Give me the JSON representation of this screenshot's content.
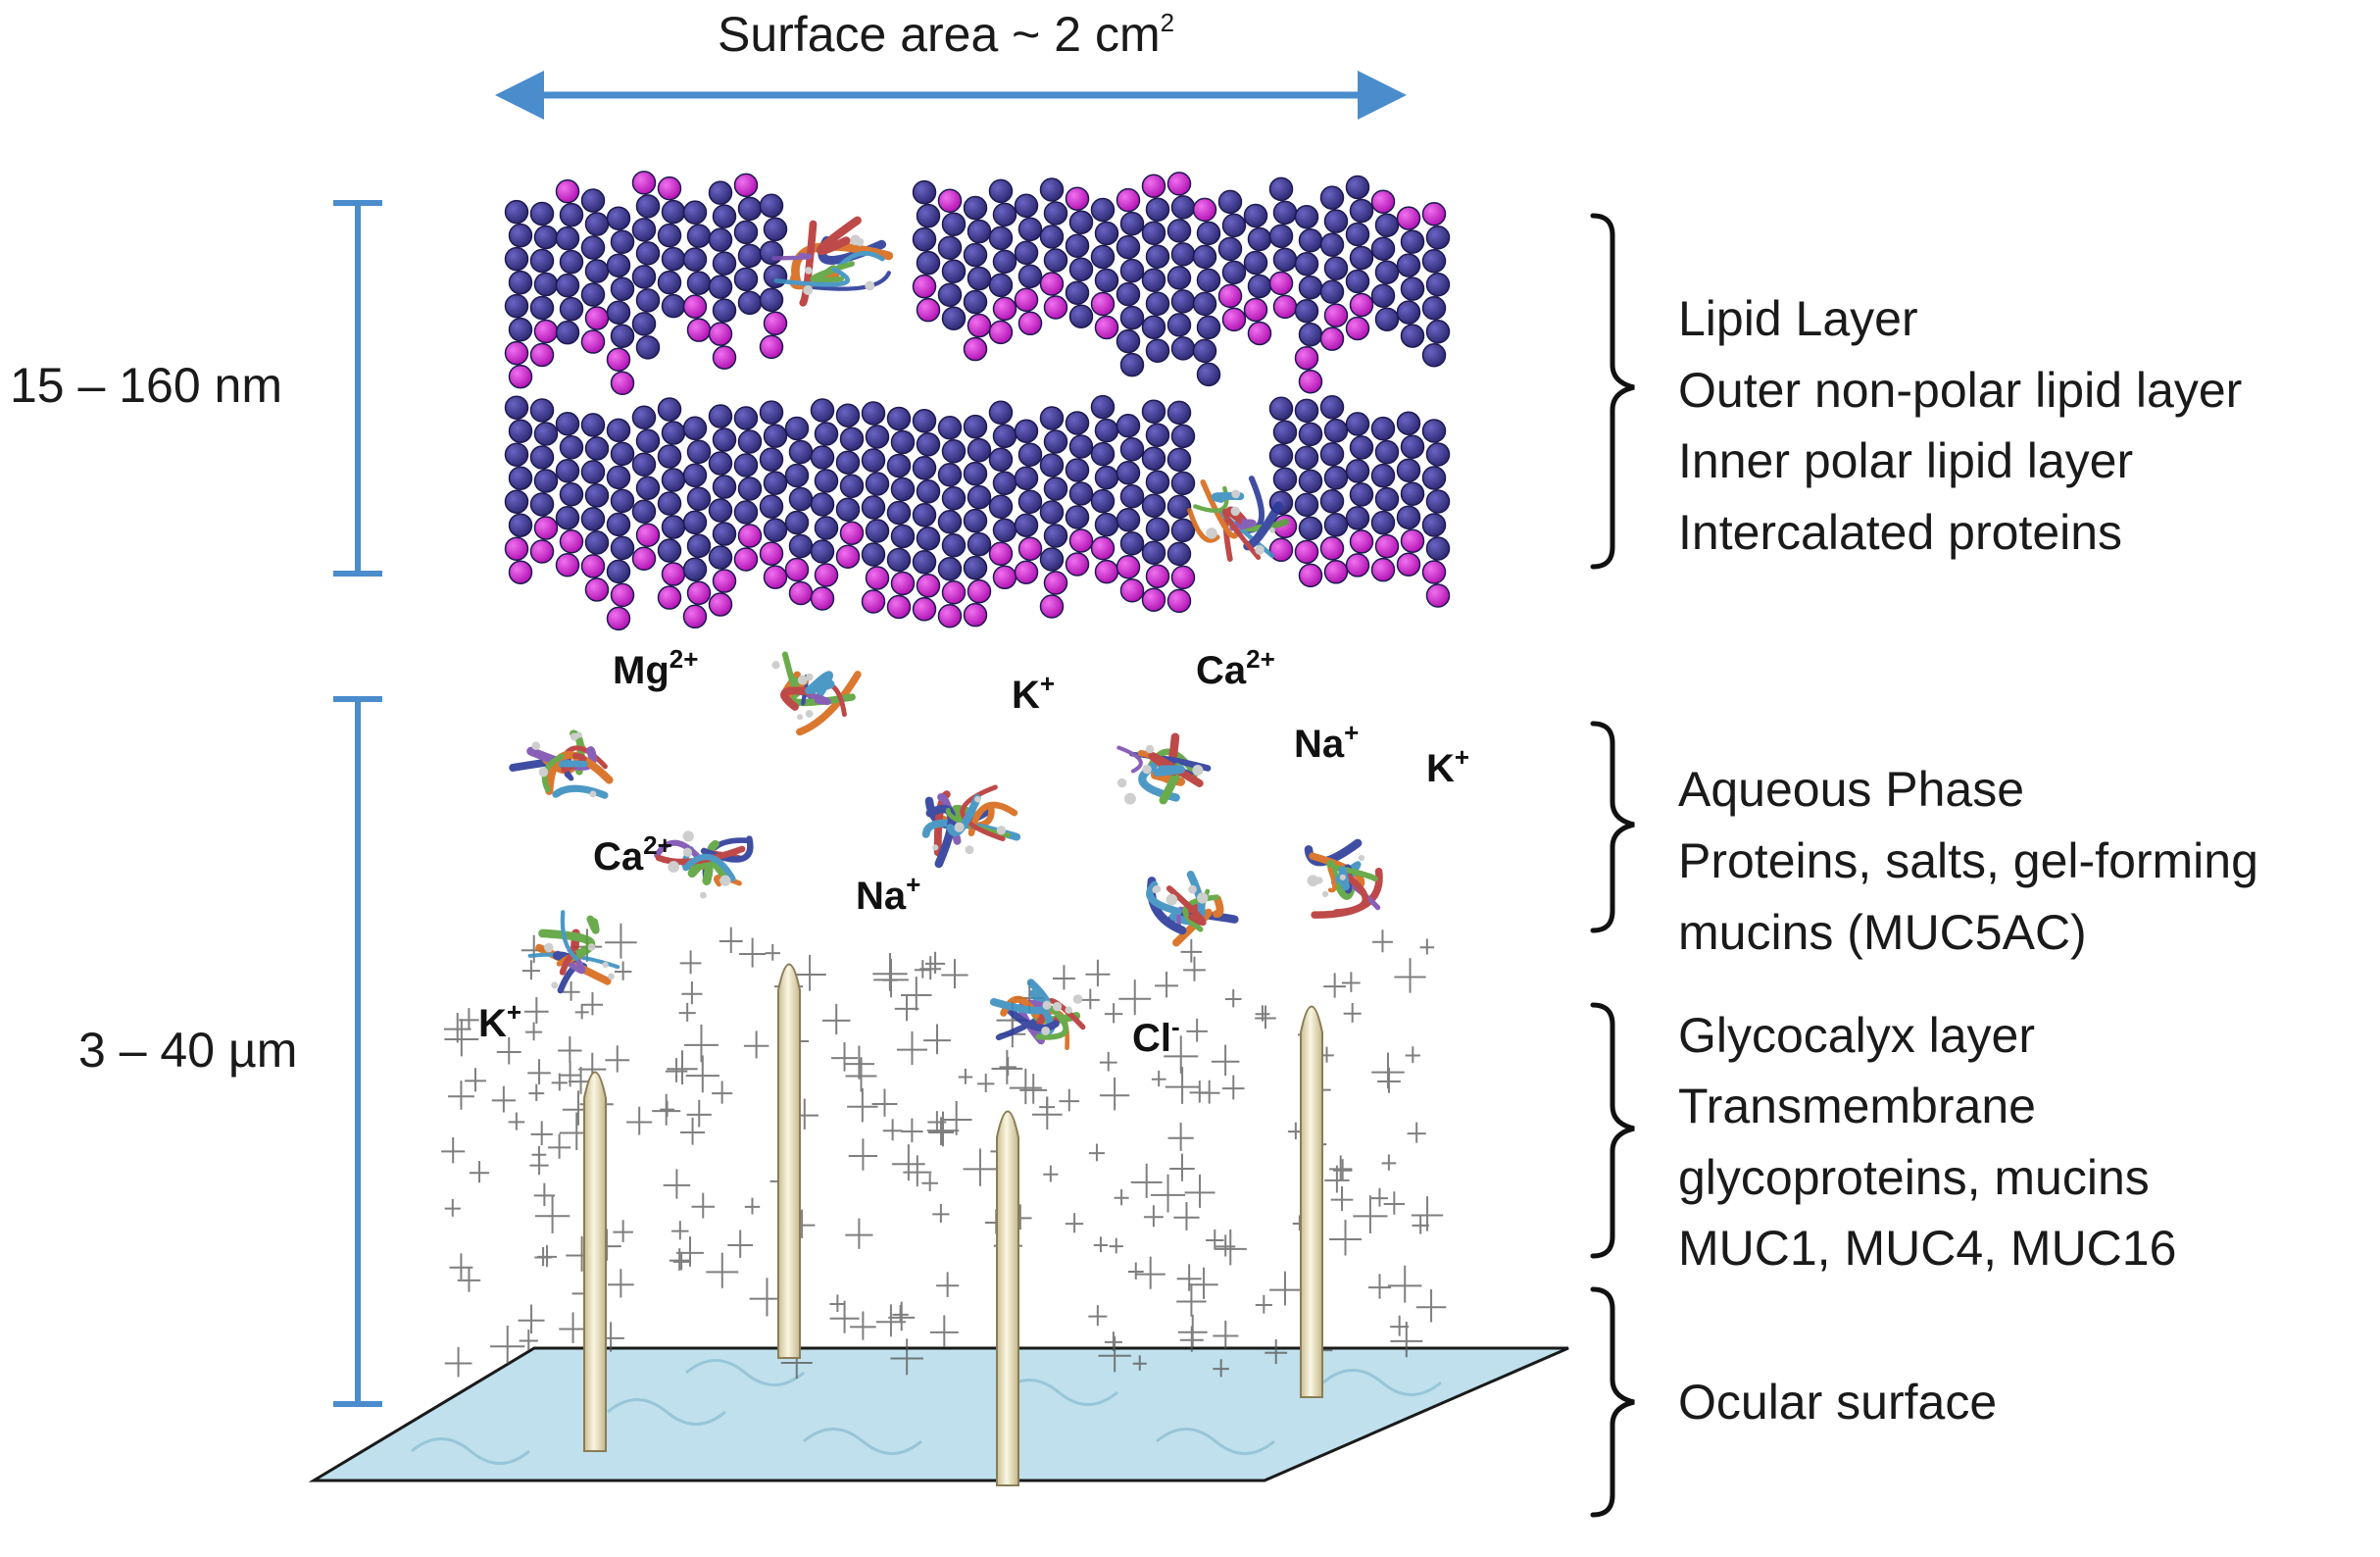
{
  "surface_area": {
    "text": "Surface area ~ 2 cm",
    "sup": "2"
  },
  "dimensions": {
    "lipid": "15 – 160 nm",
    "aqueous": "3 – 40 µm"
  },
  "ions": [
    {
      "base": "Mg",
      "sup": "2+"
    },
    {
      "base": "K",
      "sup": "+"
    },
    {
      "base": "Ca",
      "sup": "2+"
    },
    {
      "base": "Na",
      "sup": "+"
    },
    {
      "base": "K",
      "sup": "+"
    },
    {
      "base": "Ca",
      "sup": "2+"
    },
    {
      "base": "Na",
      "sup": "+"
    },
    {
      "base": "K",
      "sup": "+"
    },
    {
      "base": "Cl",
      "sup": "-"
    }
  ],
  "layers": [
    {
      "lines": [
        "Lipid Layer",
        "Outer non-polar lipid layer",
        "Inner polar lipid layer",
        "Intercalated proteins"
      ]
    },
    {
      "lines": [
        "Aqueous Phase",
        "Proteins, salts, gel-forming",
        "mucins (MUC5AC)"
      ]
    },
    {
      "lines": [
        "Glycocalyx layer",
        "Transmembrane",
        "glycoproteins, mucins",
        "MUC1, MUC4, MUC16"
      ]
    },
    {
      "lines": [
        "Ocular surface"
      ]
    }
  ],
  "colors": {
    "arrow": "#4a8ccc",
    "lipid_tail": "#3e3a8e",
    "lipid_head": "#d42ad4",
    "surface": "#bfe0ec",
    "mucin": "#efe6c8"
  }
}
